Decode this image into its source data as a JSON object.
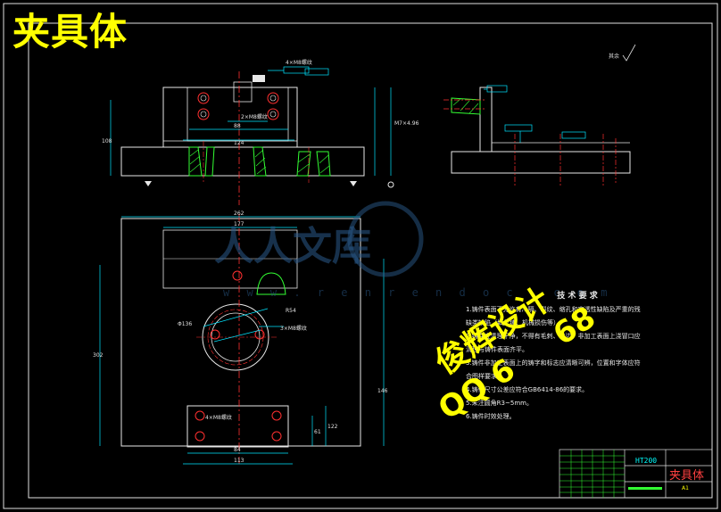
{
  "drawing": {
    "title": "夹具体",
    "roughness_note": "其余",
    "watermark_site": "人人文库",
    "watermark_url": "w w w . r e n r e n d o c . c o m",
    "stamp_line1": "俊辉设计",
    "stamp_line2": "QQ 6",
    "stamp_line2_tail": "68"
  },
  "notes": {
    "title": "技 术 要 求",
    "items": [
      "1.铸件表面不允许有冷隔、裂纹、缩孔和穿透性缺陷及严重的残缺类缺陷（如欠铸、机械损伤等）。",
      "2.铸件应清理干净，不得有毛刺、飞边，非加工表面上浇冒口应清理与铸件表面齐平。",
      "3.铸件非加工表面上的铸字和标志应清晰可辨，位置和字体应符合图样要求。",
      "4.铸件尺寸公差应符合GB6414-86的要求。",
      "5.未注圆角R3~5mm。",
      "6.铸件时效处理。"
    ]
  },
  "title_block": {
    "material": "HT200",
    "part_name": "夹具体",
    "scale": "A1"
  },
  "dimensions": {
    "front_slot_note": "4×M8螺纹",
    "front_hole_note": "2×M8螺纹",
    "front_width_inner": "88",
    "front_width_outer": "124",
    "front_height": "108",
    "front_right_height": "M7×4.96",
    "plan_width": "262",
    "plan_inner": "177",
    "plan_height": "302",
    "plan_right_v": "146",
    "circle_dia": "Φ136",
    "circle_note": "3×M8螺纹",
    "circle_r": "R54",
    "bottom_note": "4×M8螺纹",
    "bottom_w1": "84",
    "bottom_w2": "113",
    "bottom_h1": "61",
    "bottom_h2": "122"
  }
}
